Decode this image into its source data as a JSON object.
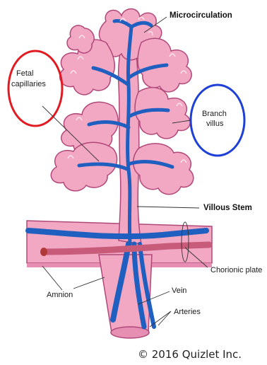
{
  "labels": {
    "microcirculation": "Microcirculation",
    "fetal_line1": "Fetal",
    "fetal_line2": "capillaries",
    "branch_line1": "Branch",
    "branch_line2": "villus",
    "villous_stem": "Villous Stem",
    "chorionic_plate": "Chorionic plate",
    "amnion": "Amnion",
    "vein": "Vein",
    "arteries": "Arteries"
  },
  "copyright": "© 2016 Quizlet Inc.",
  "colors": {
    "tissue": "#f2a7c3",
    "tissue_outline": "#b0487a",
    "vessel_blue": "#1f5fbf",
    "vessel_red": "#b03a3a",
    "circle_red": "#e11b22",
    "circle_blue": "#1e40d6"
  }
}
